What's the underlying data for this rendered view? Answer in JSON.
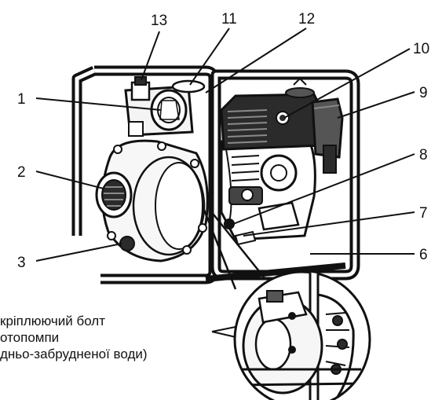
{
  "callouts": {
    "c1": "1",
    "c2": "2",
    "c3": "3",
    "c6": "6",
    "c7": "7",
    "c8": "8",
    "c9": "9",
    "c10": "10",
    "c11": "11",
    "c12": "12",
    "c13": "13"
  },
  "detail_note": {
    "line1": "кріплюючий болт",
    "line2": "отопомпи",
    "line3": "дньо-забрудненої води)"
  },
  "colors": {
    "ink": "#111111",
    "engine_dark": "#2b2b2b",
    "engine_mid": "#555555",
    "pump_light": "#f2f2f2"
  }
}
